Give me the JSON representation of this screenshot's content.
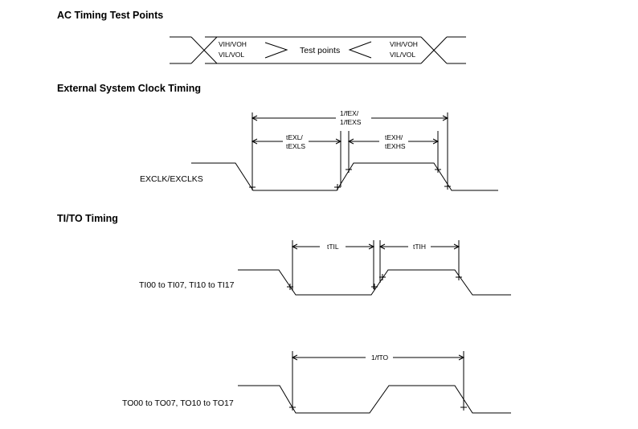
{
  "sections": {
    "ac": {
      "title": "AC Timing Test Points",
      "left_upper": "VIH/VOH",
      "left_lower": "VIL/VOL",
      "center": "Test points",
      "right_upper": "VIH/VOH",
      "right_lower": "VIL/VOL"
    },
    "clock": {
      "title": "External System Clock Timing",
      "signal": "EXCLK/EXCLKS",
      "period_line1": "1/fEX/",
      "period_line2": "1/fEXS",
      "low_line1": "tEXL/",
      "low_line2": "tEXLS",
      "high_line1": "tEXH/",
      "high_line2": "tEXHS"
    },
    "tito": {
      "title": "TI/TO Timing",
      "ti_signal": "TI00 to TI07, TI10 to TI17",
      "ti_low": "tTIL",
      "ti_high": "tTIH",
      "to_signal": "TO00 to TO07, TO10 to TO17",
      "to_period": "1/fTO"
    }
  },
  "colors": {
    "stroke": "#000000",
    "background": "#ffffff"
  }
}
